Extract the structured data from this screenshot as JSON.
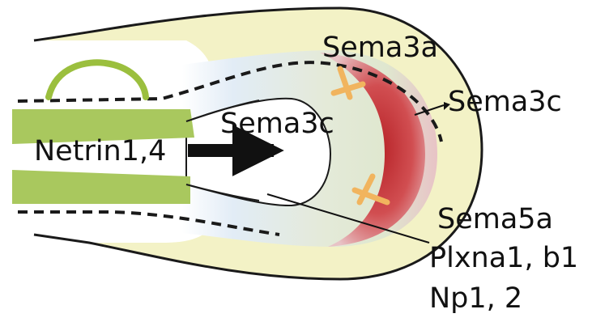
{
  "labels": {
    "sema3a": "Sema3a",
    "sema3c_outer": "Sema3c",
    "sema3c_inner": "Sema3c",
    "netrin": "Netrin1,4",
    "sema5a": "Sema5a",
    "plxna": "Plxna1, b1",
    "np": "Np1, 2"
  },
  "colors": {
    "outer_zone": "#f3f2c6",
    "outline": "#1a1a1a",
    "green_band": "#a9c85e",
    "green_arc": "#9bbf3e",
    "red_zone": "#cc3b3e",
    "pink_zone": "#e8c3c6",
    "inner_green": "#dfe7cf",
    "inner_blue": "#e2ecf6",
    "receptor": "#f1b45e",
    "arrow": "#111111"
  }
}
